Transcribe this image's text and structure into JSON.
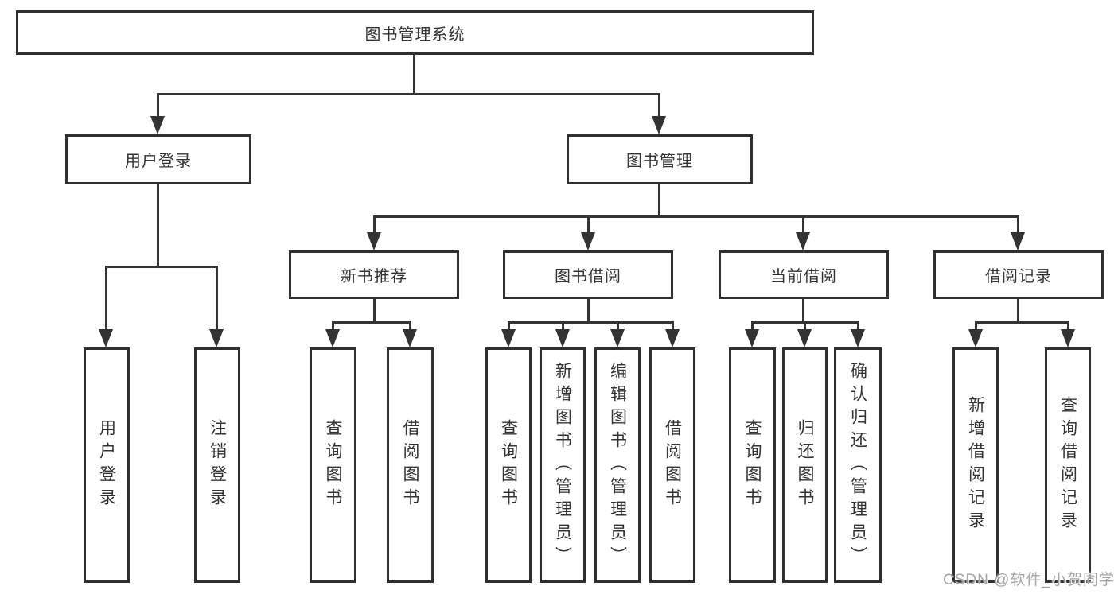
{
  "nodes": {
    "root": "图书管理系统",
    "user_login": "用户登录",
    "book_mgmt": "图书管理",
    "new_book_rec": "新书推荐",
    "book_borrow": "图书借阅",
    "current_borrow": "当前借阅",
    "borrow_record": "借阅记录",
    "ul_login": "用户登录",
    "ul_logout": "注销登录",
    "nb_query": "查询图书",
    "nb_borrow": "借阅图书",
    "bb_query": "查询图书",
    "bb_add": "新增图书（管理员）",
    "bb_edit": "编辑图书（管理员）",
    "bb_borrow": "借阅图书",
    "cb_query": "查询图书",
    "cb_return": "归还图书",
    "cb_confirm": "确认归还（管理员）",
    "br_add": "新增借阅记录",
    "br_query": "查询借阅记录"
  },
  "hierarchy": {
    "图书管理系统": {
      "用户登录": [
        "用户登录",
        "注销登录"
      ],
      "图书管理": {
        "新书推荐": [
          "查询图书",
          "借阅图书"
        ],
        "图书借阅": [
          "查询图书",
          "新增图书（管理员）",
          "编辑图书（管理员）",
          "借阅图书"
        ],
        "当前借阅": [
          "查询图书",
          "归还图书",
          "确认归还（管理员）"
        ],
        "借阅记录": [
          "新增借阅记录",
          "查询借阅记录"
        ]
      }
    }
  },
  "watermark": "CSDN @软件_小贺同学",
  "colors": {
    "line": "#333333",
    "box_border": "#2f2f2f",
    "box_background": "#ffffff",
    "text": "#333333",
    "watermark": "#a6a6a6",
    "background": "#ffffff"
  }
}
